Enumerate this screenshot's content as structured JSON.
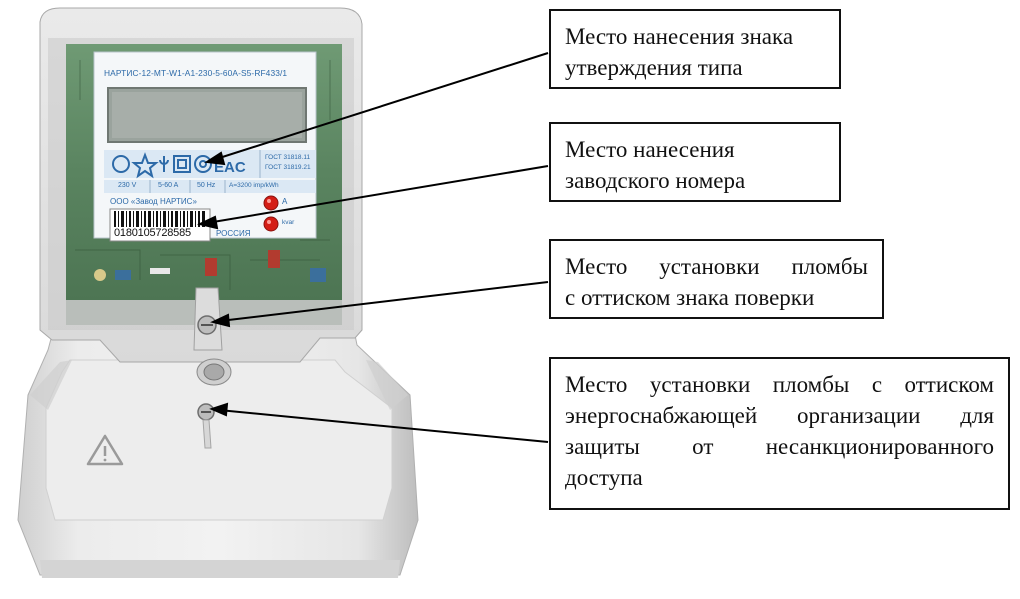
{
  "meter": {
    "model_label": "НАРТИС-12-МТ-W1-A1-230-5-60A-S5-RF433/1",
    "spec_voltage": "230 V",
    "spec_current": "5-60 A",
    "spec_frequency": "50 Hz",
    "spec_constant": "A=3200 imp/kWh",
    "gost_1": "ГОСТ 31818.11",
    "gost_2": "ГОСТ 31819.21",
    "manufacturer": "ООО «Завод НАРТИС»",
    "serial_number": "0180105728585",
    "country": "РОССИЯ",
    "led_active_label": "A",
    "led_reactive_label": "kvar"
  },
  "callouts": [
    {
      "id": "type-approval",
      "lines": [
        "Место нанесения знака",
        "утверждения типа"
      ]
    },
    {
      "id": "serial-number",
      "lines": [
        "Место нанесения",
        "заводского номера"
      ]
    },
    {
      "id": "verification-seal",
      "lines": [
        "Место установки пломбы",
        "с оттиском знака поверки"
      ]
    },
    {
      "id": "supplier-seal",
      "lines": [
        "Место установки пломбы с оттиском",
        "энергоснабжающей организации для",
        "защиты от несанкционированного",
        "доступа"
      ]
    }
  ],
  "colors": {
    "pcb_green": "#5f8a64",
    "meter_body": "#e6e6e6",
    "label_blue": "#2d6aa8",
    "led_red": "#d41e16"
  }
}
